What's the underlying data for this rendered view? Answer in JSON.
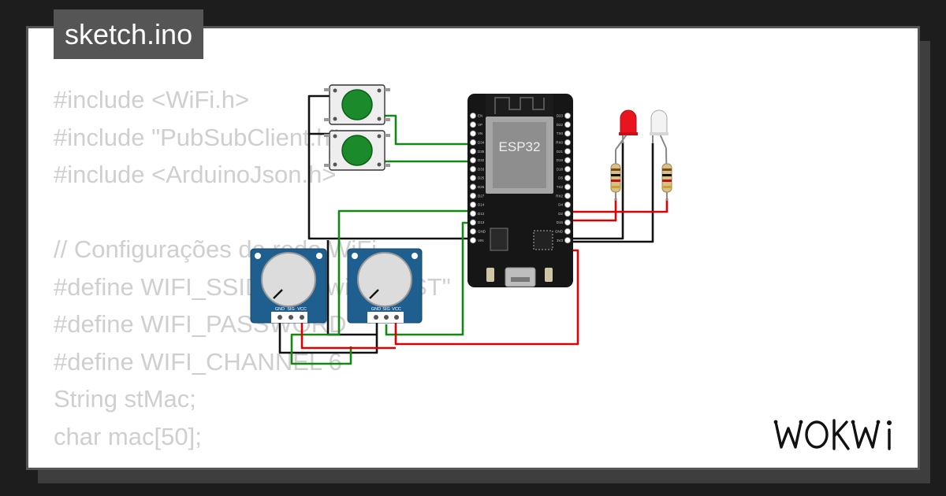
{
  "page": {
    "title": "sketch.ino"
  },
  "code_lines": [
    "#include <WiFi.h>",
    "#include \"PubSubClient.h\"",
    "#include <ArduinoJson.h>",
    "",
    "// Configurações da rede WiFi",
    "#define WIFI_SSID \"Wokwi-GUEST\"",
    "#define WIFI_PASSWORD \"\"",
    "#define WIFI_CHANNEL 6",
    "String stMac;",
    "char mac[50];"
  ],
  "board": {
    "label": "ESP32",
    "left_pins": [
      "EN",
      "VP",
      "VN",
      "D34",
      "D35",
      "D32",
      "D33",
      "D25",
      "D26",
      "D27",
      "D14",
      "D12",
      "D13",
      "GND",
      "VIN"
    ],
    "right_pins": [
      "D23",
      "D22",
      "TX0",
      "RX0",
      "D21",
      "D19",
      "D18",
      "D5",
      "TX2",
      "RX2",
      "D4",
      "D2",
      "D15",
      "GND",
      "3V3"
    ]
  },
  "potentiometer_pins": [
    "GND",
    "SIG",
    "VCC"
  ],
  "brand": {
    "logo": "WOKWI"
  },
  "colors": {
    "wire_green": "#138813",
    "wire_red": "#e00000",
    "wire_black": "#111111",
    "pot_blue": "#1f5f8f",
    "button_green": "#1a8a2a",
    "led_red": "#e8141e"
  }
}
